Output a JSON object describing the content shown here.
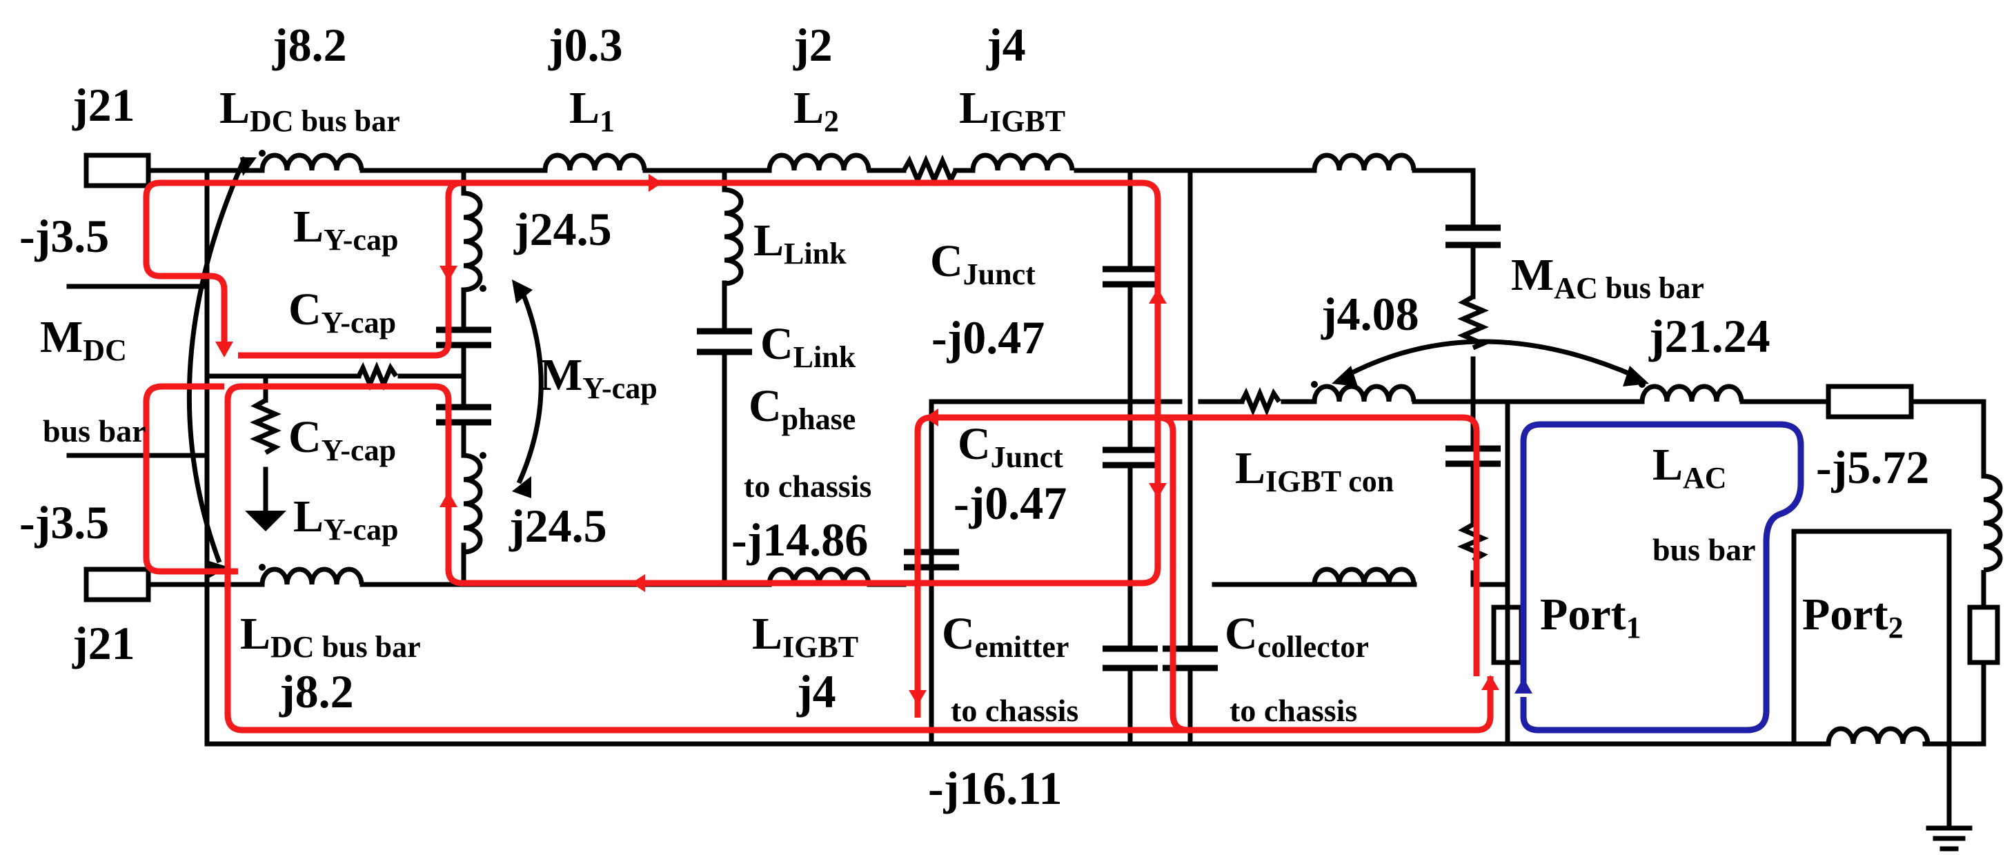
{
  "top_values": [
    "j8.2",
    "j0.3",
    "j2",
    "j4"
  ],
  "left_values": {
    "j21_top": "j21",
    "j21_bottom": "j21",
    "neg_j3_5_top": "-j3.5",
    "neg_j3_5_bottom": "-j3.5"
  },
  "components": {
    "l_dc_top": {
      "main": "L",
      "sub": "DC bus bar"
    },
    "l1": {
      "main": "L",
      "sub": "1"
    },
    "l2": {
      "main": "L",
      "sub": "2"
    },
    "l_igbt_top": {
      "main": "L",
      "sub": "IGBT"
    },
    "l_ycap_top": {
      "main": "L",
      "sub": "Y-cap"
    },
    "c_ycap_top": {
      "main": "C",
      "sub": "Y-cap"
    },
    "c_ycap_bottom": {
      "main": "C",
      "sub": "Y-cap"
    },
    "l_ycap_bottom": {
      "main": "L",
      "sub": "Y-cap"
    },
    "m_dc": {
      "main": "M",
      "sub": "DC",
      "line2": "bus bar"
    },
    "m_ycap": {
      "main": "M",
      "sub": "Y-cap"
    },
    "l_link": {
      "main": "L",
      "sub": "Link"
    },
    "c_link": {
      "main": "C",
      "sub": "Link"
    },
    "c_phase": {
      "main": "C",
      "sub": "phase",
      "line2": "to chassis"
    },
    "c_junct_top": {
      "main": "C",
      "sub": "Junct"
    },
    "c_junct_bottom": {
      "main": "C",
      "sub": "Junct"
    },
    "m_ac": {
      "main": "M",
      "sub": "AC bus bar"
    },
    "l_igbt_con": {
      "main": "L",
      "sub": "IGBT con"
    },
    "l_ac": {
      "main": "L",
      "sub": "AC",
      "line2": "bus bar"
    },
    "l_dc_bottom": {
      "main": "L",
      "sub": "DC bus bar"
    },
    "l_igbt_bottom": {
      "main": "L",
      "sub": "IGBT"
    },
    "c_emitter": {
      "main": "C",
      "sub": "emitter",
      "line2": "to chassis"
    },
    "c_collector": {
      "main": "C",
      "sub": "collector",
      "line2": "to chassis"
    },
    "port1": {
      "main": "Port",
      "sub": "1"
    },
    "port2": {
      "main": "Port",
      "sub": "2"
    }
  },
  "values": {
    "ycap_top": "j24.5",
    "ycap_bottom": "j24.5",
    "junct_top": "-j0.47",
    "junct_bottom": "-j0.47",
    "m_ac": "j4.08",
    "l_ac": "j21.24",
    "port2_side": "-j5.72",
    "c_phase": "-j14.86",
    "l_dc_bottom": "j8.2",
    "l_igbt_bottom": "j4",
    "bottom_cap": "-j16.11"
  },
  "colors": {
    "ground_loop": "#f21a1a",
    "ac_loop": "#1f1fa8",
    "wire": "#000000"
  }
}
